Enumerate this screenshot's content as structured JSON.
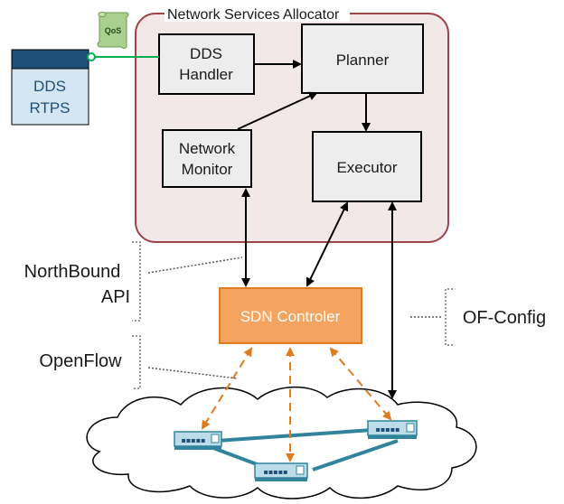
{
  "allocator": {
    "title": "Network Services Allocator"
  },
  "dds_handler": {
    "line1": "DDS",
    "line2": "Handler"
  },
  "planner": {
    "label": "Planner"
  },
  "network_monitor": {
    "line1": "Network",
    "line2": "Monitor"
  },
  "executor": {
    "label": "Executor"
  },
  "dds_stack": {
    "line1": "DDS",
    "line2": "RTPS"
  },
  "qos": {
    "label": "QoS"
  },
  "sdn_controller": {
    "label": "SDN Controler"
  },
  "annotations": {
    "northbound_line1": "NorthBound",
    "northbound_line2": "API",
    "openflow": "OpenFlow",
    "ofconfig": "OF-Config"
  },
  "colors": {
    "allocator_fill": "#f2e8e8",
    "allocator_stroke": "#a0444a",
    "box_fill": "#ededed",
    "dds_header": "#1f4e79",
    "dds_fill": "#d4e6f2",
    "qos_fill": "#a9d08e",
    "link_green": "#00b050",
    "sdn_fill": "#f4a460",
    "sdn_stroke": "#e07b20",
    "openflow_arrow": "#e07b20",
    "switch_link": "#31849b",
    "switch_fill": "#bcdcea"
  },
  "icons": [
    "qos-scroll-icon",
    "network-cloud",
    "switch-icon"
  ]
}
